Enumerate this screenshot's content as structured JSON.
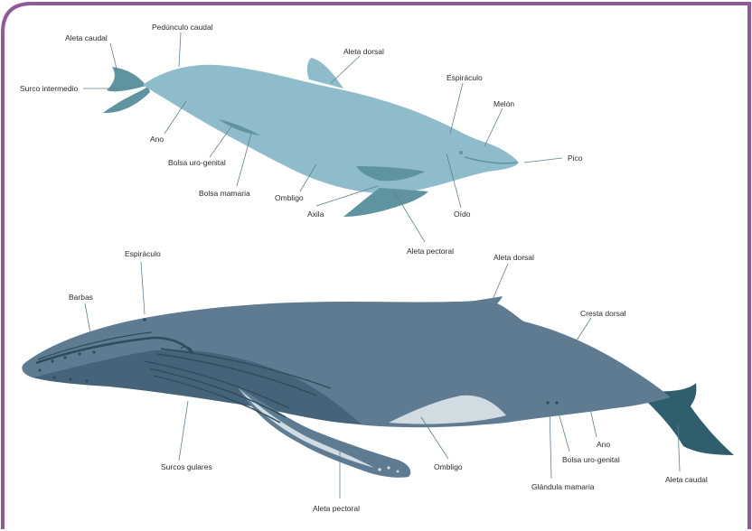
{
  "colors": {
    "frame": "#8e5a97",
    "dolphin_body": "#8fbcca",
    "dolphin_dark": "#5f939f",
    "whale_body": "#5f7b91",
    "whale_belly": "#46637a",
    "whale_dark": "#2f4b5f",
    "whale_tail": "#2f5e6c",
    "whale_light": "#d1dbe2",
    "leader": "#5f7f8e"
  },
  "dolphin": {
    "labels": {
      "aleta_caudal": "Aleta caudal",
      "pedunculo_caudal": "Pedúnculo caudal",
      "aleta_dorsal": "Aleta dorsal",
      "espiraculo": "Espiráculo",
      "melon": "Melón",
      "pico": "Pico",
      "surco_intermedio": "Surco intermedio",
      "ano": "Ano",
      "bolsa_uro_genital": "Bolsa uro-genital",
      "bolsa_mamaria": "Bolsa mamaria",
      "ombligo": "Ombligo",
      "axila": "Axila",
      "oido": "Oído",
      "aleta_pectoral": "Aleta pectoral"
    }
  },
  "whale": {
    "labels": {
      "espiraculo": "Espiráculo",
      "barbas": "Barbas",
      "aleta_dorsal": "Aleta dorsal",
      "cresta_dorsal": "Cresta dorsal",
      "surcos_gulares": "Surcos gulares",
      "ombligo": "Ombligo",
      "ano": "Ano",
      "bolsa_uro_genital": "Bolsa uro-genital",
      "glandula_mamaria": "Glándula mamaria",
      "aleta_caudal": "Aleta caudal",
      "aleta_pectoral": "Aleta pectoral"
    }
  }
}
